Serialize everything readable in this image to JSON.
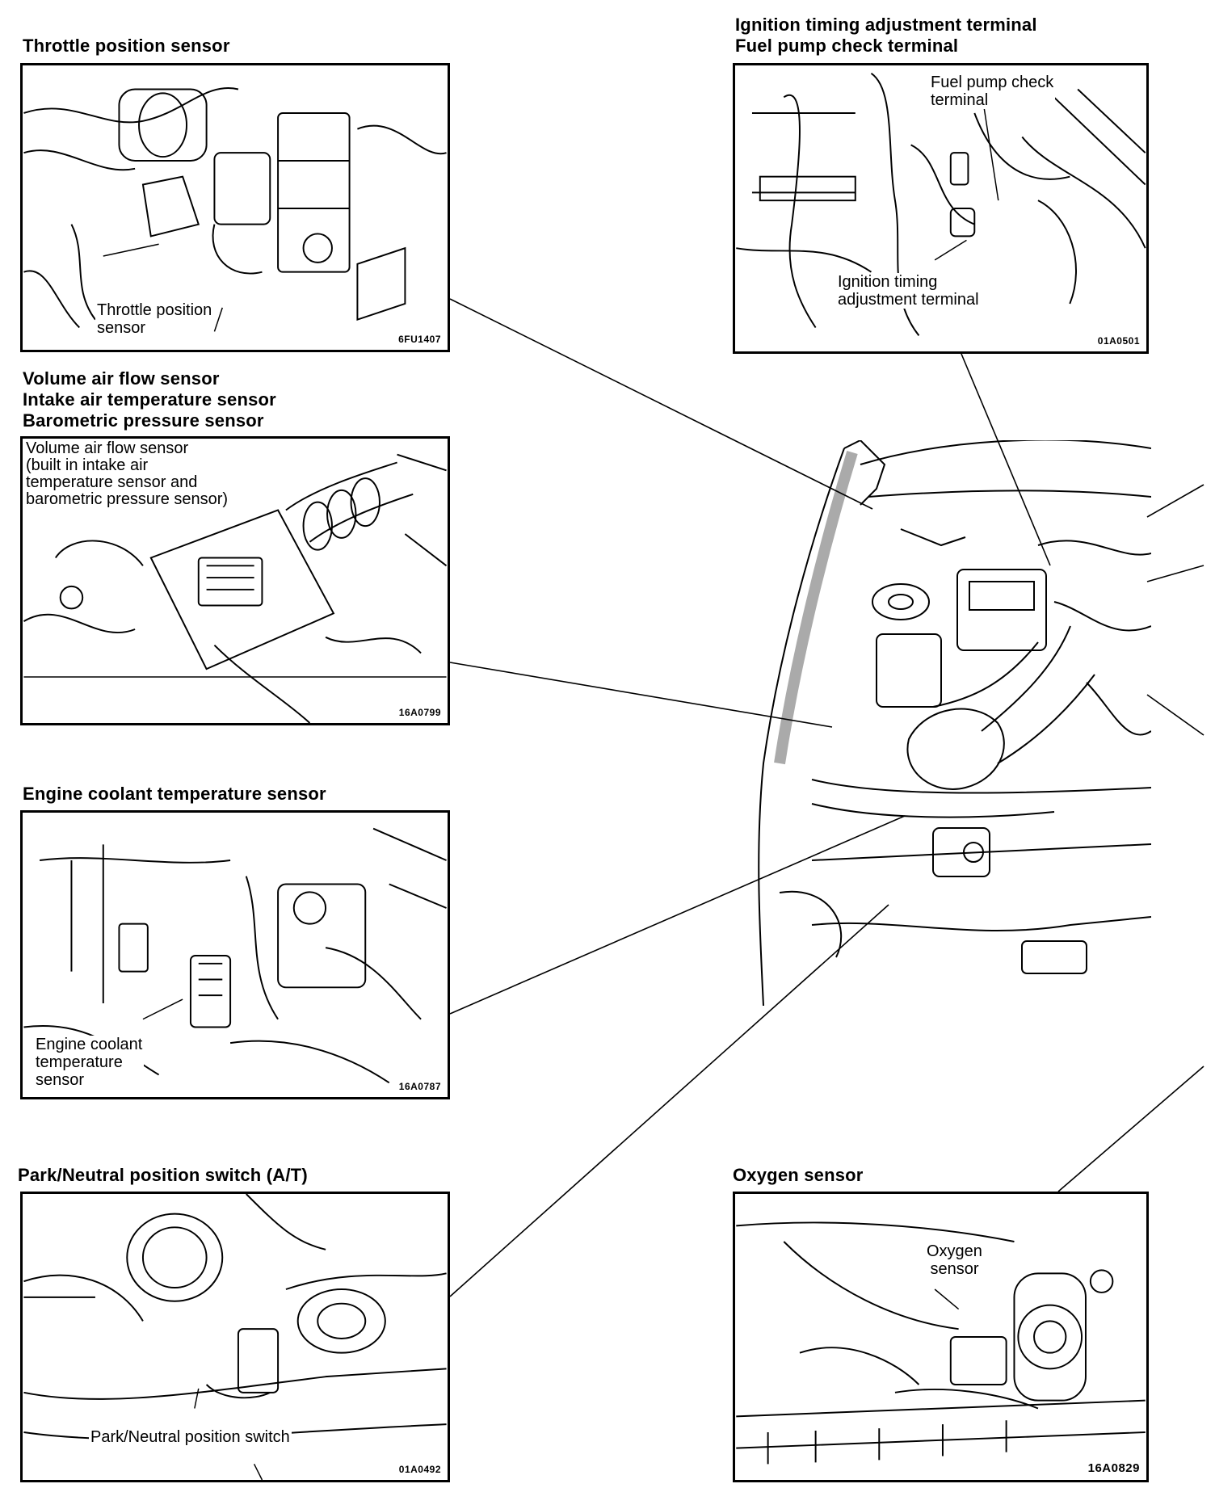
{
  "panels": {
    "throttle": {
      "heading": [
        "Throttle position sensor"
      ],
      "callout": [
        "Throttle position",
        "sensor"
      ],
      "code": "6FU1407"
    },
    "ignition": {
      "heading": [
        "Ignition timing adjustment terminal",
        "Fuel pump check terminal"
      ],
      "callout_fuel": [
        "Fuel pump check",
        "terminal"
      ],
      "callout_ignition": [
        "Ignition timing",
        "adjustment terminal"
      ],
      "code": "01A0501"
    },
    "airflow": {
      "heading": [
        "Volume air flow sensor",
        "Intake air temperature sensor",
        "Barometric pressure sensor"
      ],
      "callout": [
        "Volume air flow sensor",
        "(built in intake air",
        "temperature sensor and",
        "barometric pressure sensor)"
      ],
      "code": "16A0799"
    },
    "coolant": {
      "heading": [
        "Engine coolant temperature sensor"
      ],
      "callout": [
        "Engine coolant",
        "temperature",
        "sensor"
      ],
      "code": "16A0787"
    },
    "park": {
      "heading": [
        "Park/Neutral position switch (A/T)"
      ],
      "callout": [
        "Park/Neutral position switch"
      ],
      "code": "01A0492"
    },
    "oxygen": {
      "heading": [
        "Oxygen sensor"
      ],
      "callout": [
        "Oxygen",
        "sensor"
      ],
      "code": "16A0829"
    }
  },
  "colors": {
    "ink": "#000000",
    "paper": "#ffffff",
    "hatch": "#555555"
  }
}
